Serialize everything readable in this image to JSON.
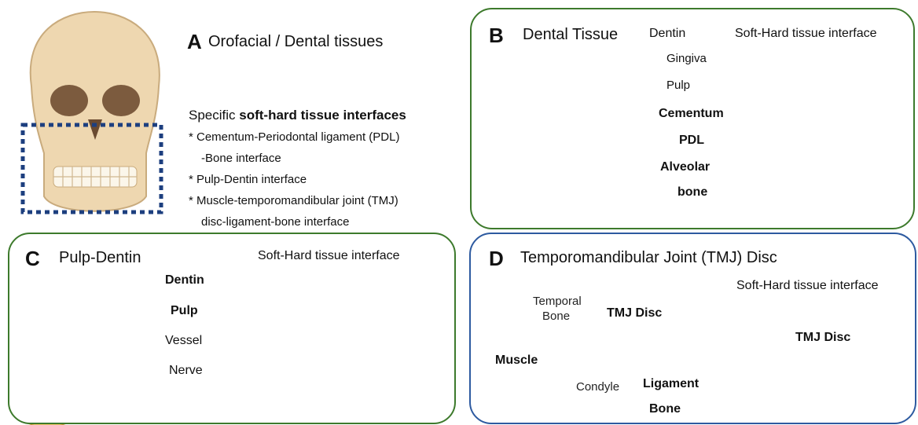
{
  "panel_a": {
    "letter": "A",
    "title": "Orofacial / Dental tissues",
    "heading_prefix": "Specific ",
    "heading_bold": "soft-hard tissue interfaces",
    "items": [
      "* Cementum-Periodontal ligament (PDL)",
      "-Bone interface",
      "*  Pulp-Dentin interface",
      "*  Muscle-temporomandibular joint (TMJ)",
      "disc-ligament-bone interface"
    ]
  },
  "panel_b": {
    "letter": "B",
    "title": "Dental Tissue",
    "subtitle": "Soft-Hard tissue interface",
    "labels": {
      "dentin": "Dentin",
      "gingiva": "Gingiva",
      "pulp": "Pulp",
      "cementum": "Cementum",
      "pdl": "PDL",
      "alveolar_1": "Alveolar",
      "alveolar_2": "bone"
    }
  },
  "panel_c": {
    "letter": "C",
    "title": "Pulp-Dentin",
    "subtitle": "Soft-Hard tissue interface",
    "labels": {
      "dentin": "Dentin",
      "pulp": "Pulp",
      "vessel": "Vessel",
      "nerve": "Nerve"
    }
  },
  "panel_d": {
    "letter": "D",
    "title": "Temporomandibular Joint (TMJ) Disc",
    "subtitle": "Soft-Hard tissue interface",
    "labels": {
      "temporal_1": "Temporal",
      "temporal_2": "Bone",
      "tmj_disc": "TMJ Disc",
      "tmj_disc_zoom": "TMJ Disc",
      "muscle": "Muscle",
      "condyle": "Condyle",
      "ligament": "Ligament",
      "bone": "Bone"
    }
  },
  "colors": {
    "green_border": "#3d7a2c",
    "blue_border": "#2d5aa0",
    "bone": "#e8cf93",
    "gum": "#d9433d",
    "pulp": "#b84a5e",
    "dashed_box": "#1d3f7f"
  }
}
